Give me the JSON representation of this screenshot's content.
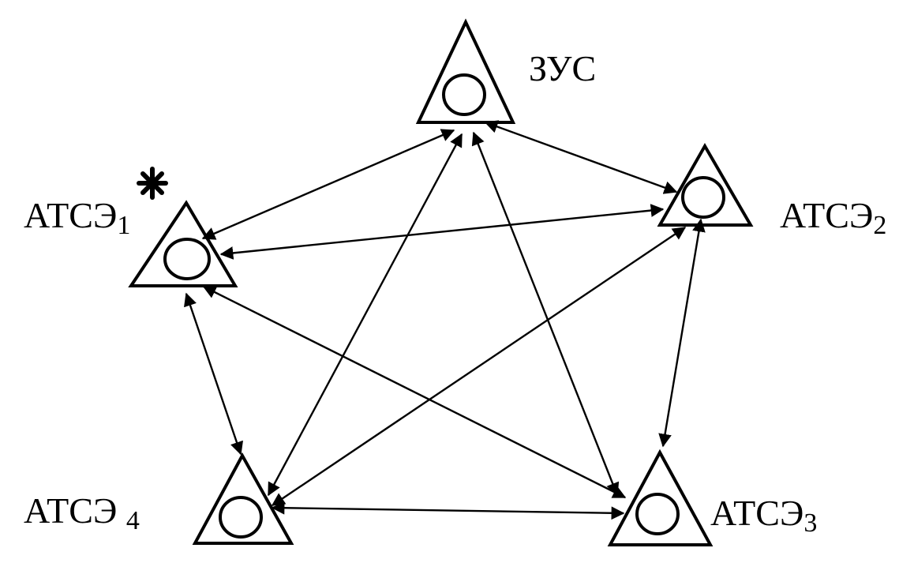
{
  "diagram": {
    "nodes": [
      {
        "id": "zus",
        "label": "ЗУС",
        "sub": ""
      },
      {
        "id": "atse1",
        "label": "АТСЭ",
        "sub": "1"
      },
      {
        "id": "atse2",
        "label": "АТСЭ",
        "sub": "2"
      },
      {
        "id": "atse3",
        "label": "АТСЭ",
        "sub": "3"
      },
      {
        "id": "atse4",
        "label": "АТСЭ ",
        "sub": "4"
      }
    ],
    "edges": [
      {
        "from": "zus",
        "to": "atse1",
        "arrows": "both"
      },
      {
        "from": "zus",
        "to": "atse2",
        "arrows": "both"
      },
      {
        "from": "zus",
        "to": "atse3",
        "arrows": "both"
      },
      {
        "from": "zus",
        "to": "atse4",
        "arrows": "both"
      },
      {
        "from": "atse1",
        "to": "atse2",
        "arrows": "both"
      },
      {
        "from": "atse1",
        "to": "atse3",
        "arrows": "both"
      },
      {
        "from": "atse1",
        "to": "atse4",
        "arrows": "both"
      },
      {
        "from": "atse2",
        "to": "atse3",
        "arrows": "both"
      },
      {
        "from": "atse2",
        "to": "atse4",
        "arrows": "both"
      },
      {
        "from": "atse3",
        "to": "atse4",
        "arrows": "both"
      }
    ],
    "star_marker_on": "atse1"
  }
}
